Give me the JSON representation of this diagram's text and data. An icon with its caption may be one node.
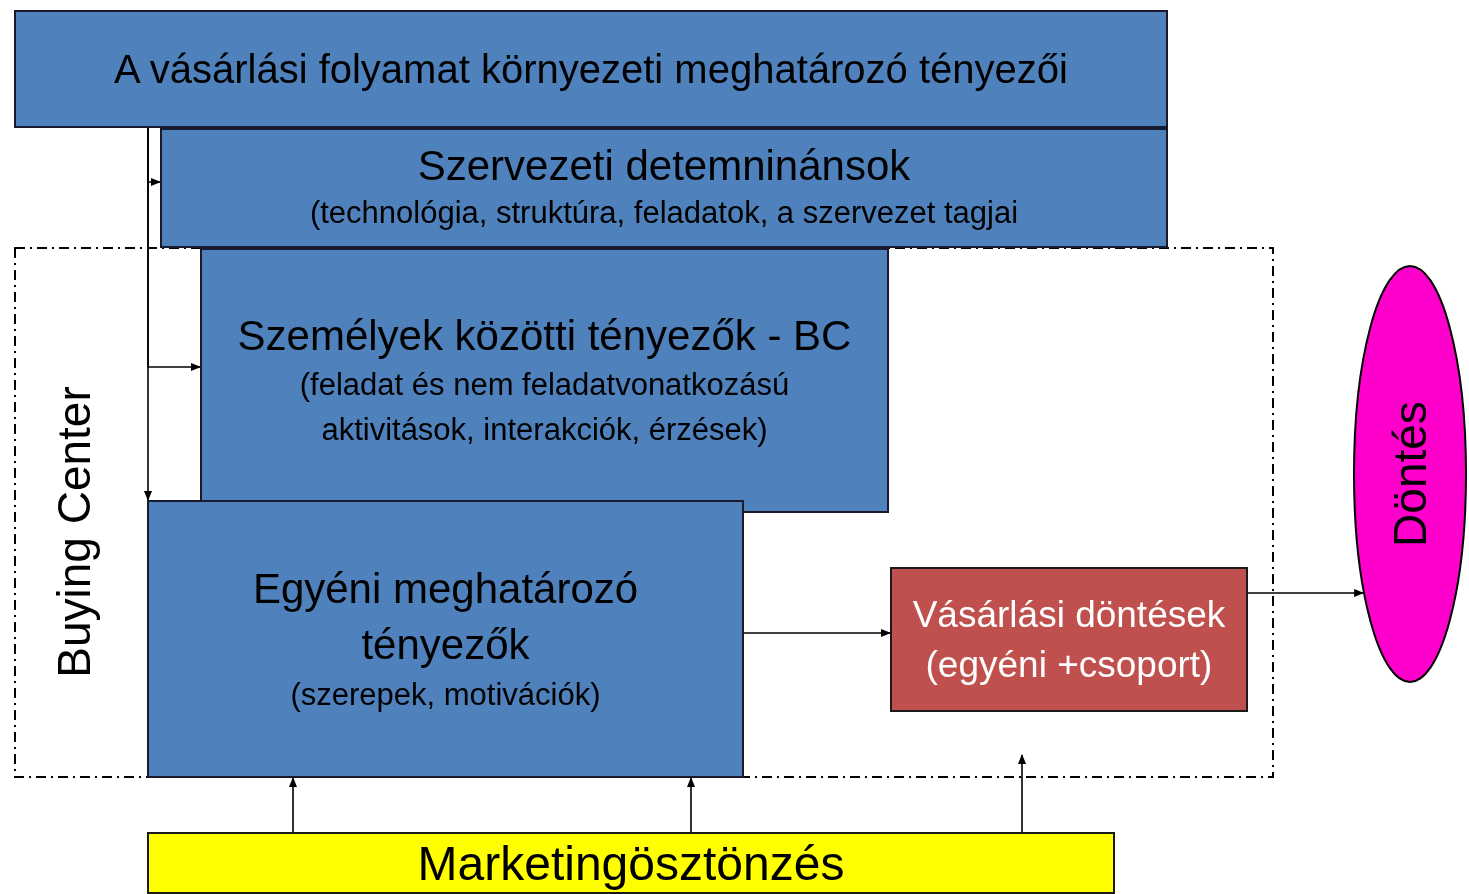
{
  "diagram": {
    "nodes": [
      {
        "text": [
          "A vásárlási folyamat környezeti meghatározó tényezői"
        ]
      },
      {
        "text": [
          "Szervezeti detemninánsok",
          "(technológia, struktúra, feladatok, a szervezet tagjai"
        ]
      },
      {
        "text": [
          "Buying Center"
        ]
      },
      {
        "text": [
          "Személyek közötti tényezők - BC",
          "(feladat és nem feladatvonatkozású aktivitások, interakciók, érzések)"
        ],
        "in": 2
      },
      {
        "text": [
          "Egyéni meghatározó tényezők",
          "(szerepek, motivációk)"
        ],
        "in": 2
      },
      {
        "text": [
          "Vásárlási döntések",
          "(egyéni +csoport)"
        ],
        "in": 2
      },
      {
        "text": [
          "Döntés"
        ]
      },
      {
        "text": [
          "Marketingösztönzés"
        ]
      }
    ],
    "edges": [
      {
        "from": 0,
        "to": 1,
        "arrow": "to"
      },
      {
        "from": 0,
        "to": 3,
        "arrow": "to"
      },
      {
        "from": 0,
        "to": 4,
        "arrow": "to"
      },
      {
        "from": 4,
        "to": 5,
        "arrow": "to"
      },
      {
        "from": 5,
        "to": 6,
        "arrow": "to"
      },
      {
        "from": 7,
        "to": 4,
        "arrow": "to"
      },
      {
        "from": 7,
        "to": 4,
        "arrow": "to"
      },
      {
        "from": 7,
        "to": 2,
        "arrow": "to"
      }
    ]
  }
}
